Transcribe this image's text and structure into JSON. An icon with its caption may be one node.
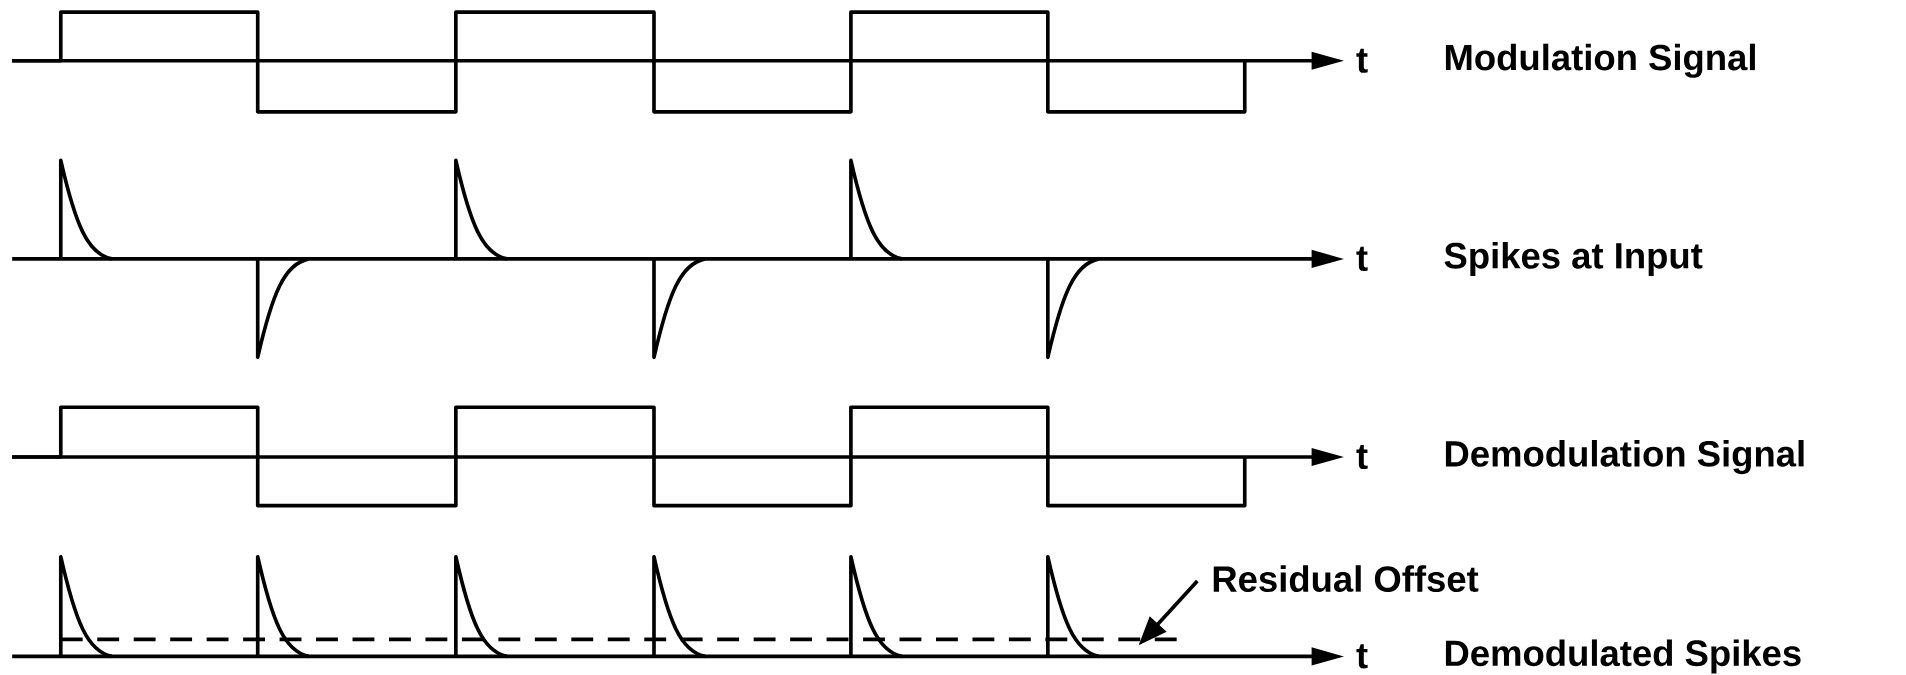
{
  "diagram": {
    "nodes": [
      {
        "text": [
          "Residual Offset"
        ]
      },
      {
        "text": [],
        "shape": "line"
      }
    ],
    "edges": [
      {
        "from": 0,
        "to": 1,
        "arrow": "to"
      }
    ],
    "labels": [
      "t",
      "Modulation Signal",
      "t",
      "Spikes at Input",
      "t",
      "Demodulation Signal",
      "t",
      "Demodulated Spikes"
    ]
  }
}
